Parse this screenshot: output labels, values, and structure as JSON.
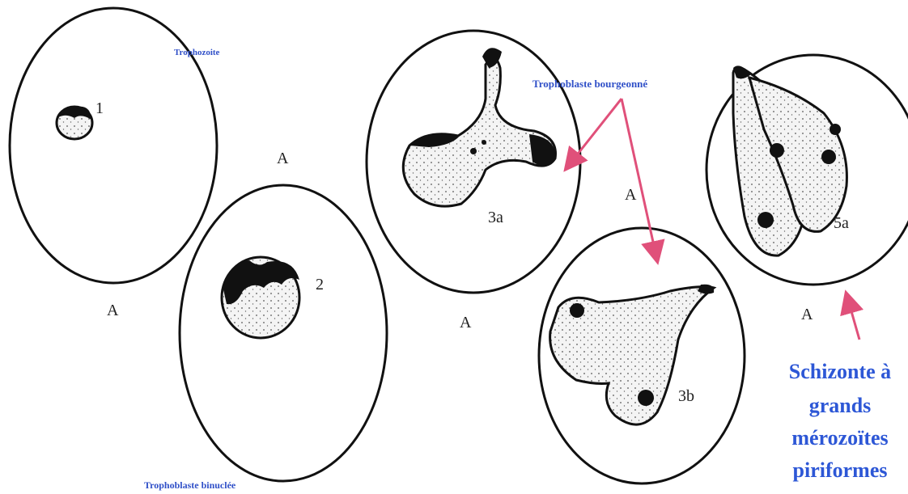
{
  "labels": {
    "trophozoite": "Trophozoite",
    "trophoblaste_binuclee": "Trophoblaste binuclée",
    "trophoblaste_bourgeonne": "Trophoblaste bourgeonné",
    "schizonte_line1": "Schizonte à",
    "schizonte_line2": "grands",
    "schizonte_line3": "mérozoïtes",
    "schizonte_line4": "piriformes"
  },
  "stages": {
    "s1": "1",
    "s2": "2",
    "s3a": "3a",
    "s3b": "3b",
    "s5a": "5a"
  },
  "cell_letter": "A",
  "colors": {
    "outline": "#111111",
    "arrow": "#e0507a",
    "label_blue": "#3050c8"
  }
}
